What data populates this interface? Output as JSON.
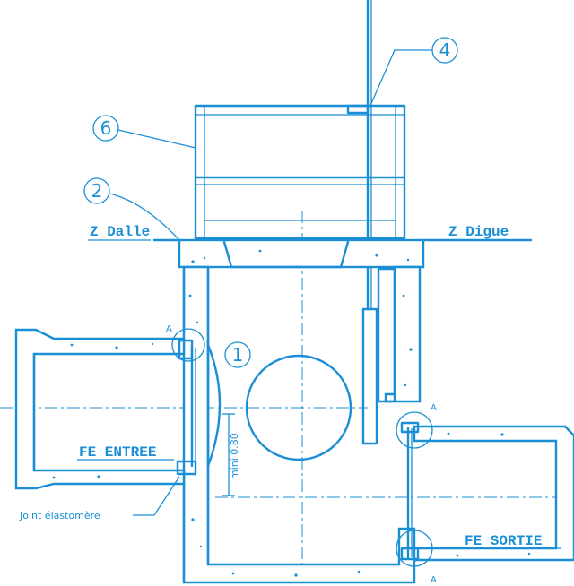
{
  "labels": {
    "z_dalle": "Z Dalle",
    "z_digue": "Z Digue",
    "fe_entree": "FE ENTREE",
    "fe_sortie": "FE SORTIE",
    "joint": "Joint élastomère",
    "mini": "mini 0.80",
    "a_top_left": "A",
    "a_mid_right": "A",
    "a_bottom_right": "A"
  },
  "callouts": [
    {
      "number": "1"
    },
    {
      "number": "2"
    },
    {
      "number": "4"
    },
    {
      "number": "6"
    }
  ],
  "colors": {
    "line": "#1a8fd6",
    "background": "#ffffff"
  }
}
